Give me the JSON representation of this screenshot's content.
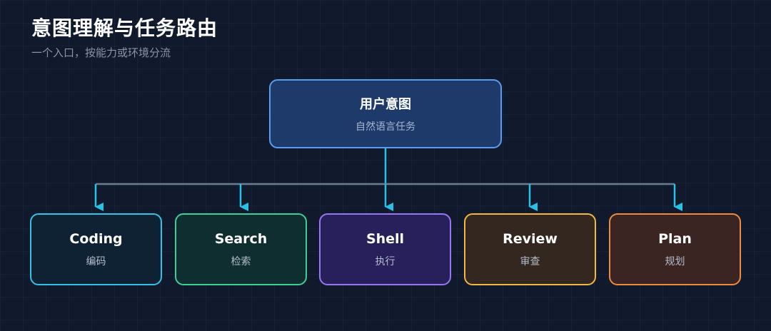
{
  "header": {
    "title": "意图理解与任务路由",
    "subtitle": "一个入口，按能力或环境分流"
  },
  "root": {
    "title": "用户意图",
    "subtitle": "自然语言任务"
  },
  "routes": [
    {
      "title": "Coding",
      "subtitle": "编码",
      "color": "#34c3e8"
    },
    {
      "title": "Search",
      "subtitle": "检索",
      "color": "#3ecf95"
    },
    {
      "title": "Shell",
      "subtitle": "执行",
      "color": "#9878f2"
    },
    {
      "title": "Review",
      "subtitle": "审查",
      "color": "#f2b93c"
    },
    {
      "title": "Plan",
      "subtitle": "规划",
      "color": "#f08b3e"
    }
  ],
  "connector_color": "#27c3e6"
}
